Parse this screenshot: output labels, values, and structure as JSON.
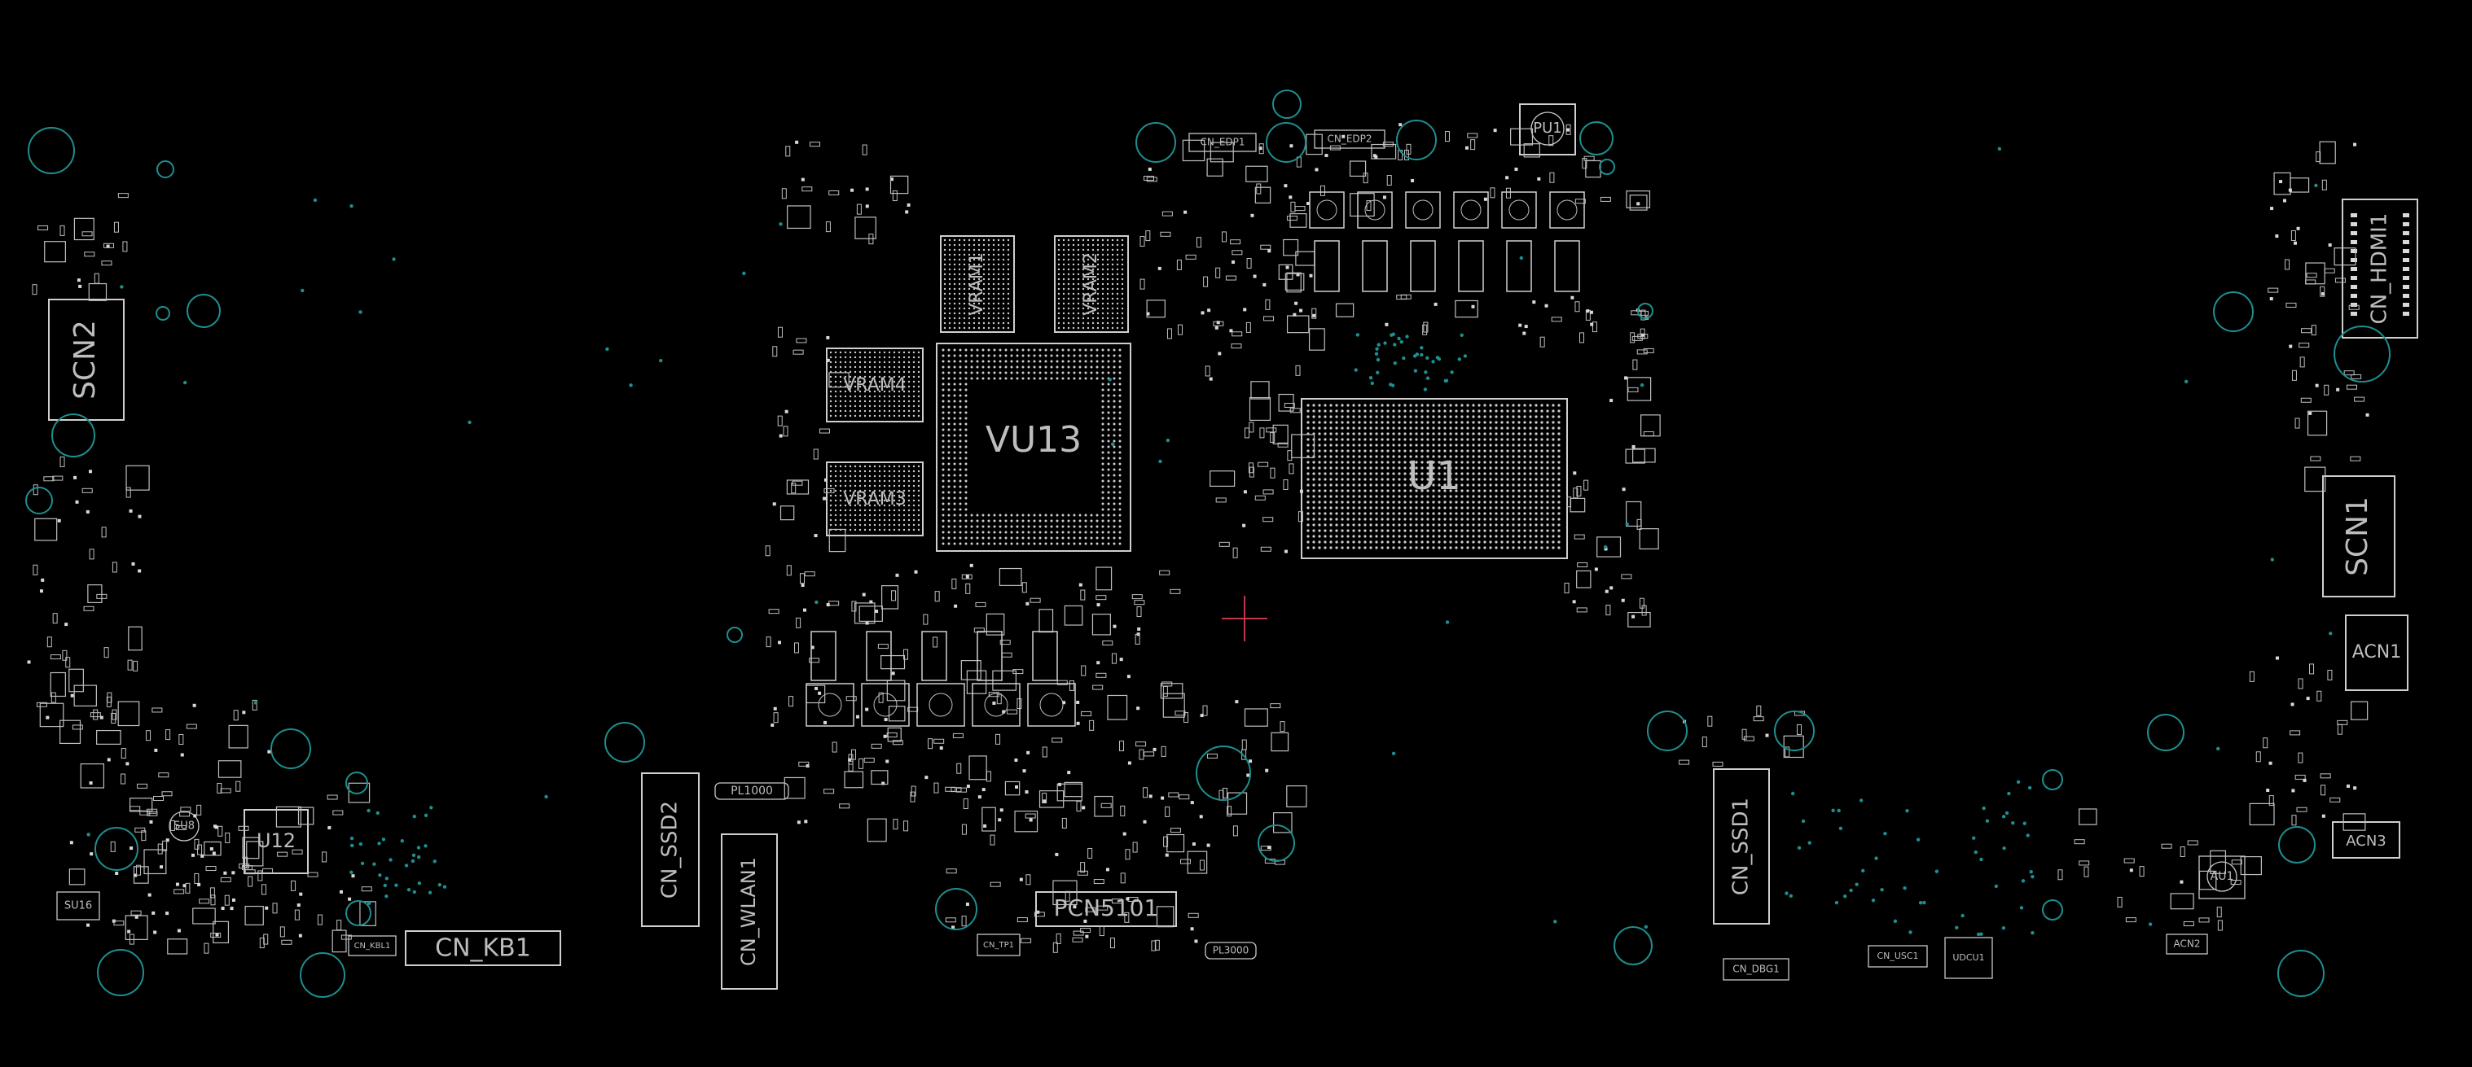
{
  "colors": {
    "background": "#000000",
    "silkscreen": "#cfcfcf",
    "mounting_hole": "#1e8f8f"
  },
  "labels": {
    "u1": "U1",
    "vu13": "VU13",
    "vram1": "VRAM1",
    "vram2": "VRAM2",
    "vram3": "VRAM3",
    "vram4": "VRAM4",
    "scn1": "SCN1",
    "scn2": "SCN2",
    "cn_hdmi1": "CN_HDMI1",
    "acn1": "ACN1",
    "acn2": "ACN2",
    "acn3": "ACN3",
    "au1": "AU1",
    "cn_ssd1": "CN_SSD1",
    "cn_ssd2": "CN_SSD2",
    "cn_wlan1": "CN_WLAN1",
    "cn_kb1": "CN_KB1",
    "cn_kbl1": "CN_KBL1",
    "pcn5101": "PCN5101",
    "u12": "U12",
    "su8": "SU8",
    "su16": "SU16",
    "pu1": "PU1",
    "cn_edp1": "CN_EDP1",
    "cn_edp2": "CN_EDP2",
    "pl1000": "PL1000",
    "cn_dbg1": "CN_DBG1",
    "cn_usc1": "CN_USC1",
    "udcu1": "UDCU1",
    "cn_tp1": "CN_TP1",
    "pl3000": "PL3000"
  }
}
